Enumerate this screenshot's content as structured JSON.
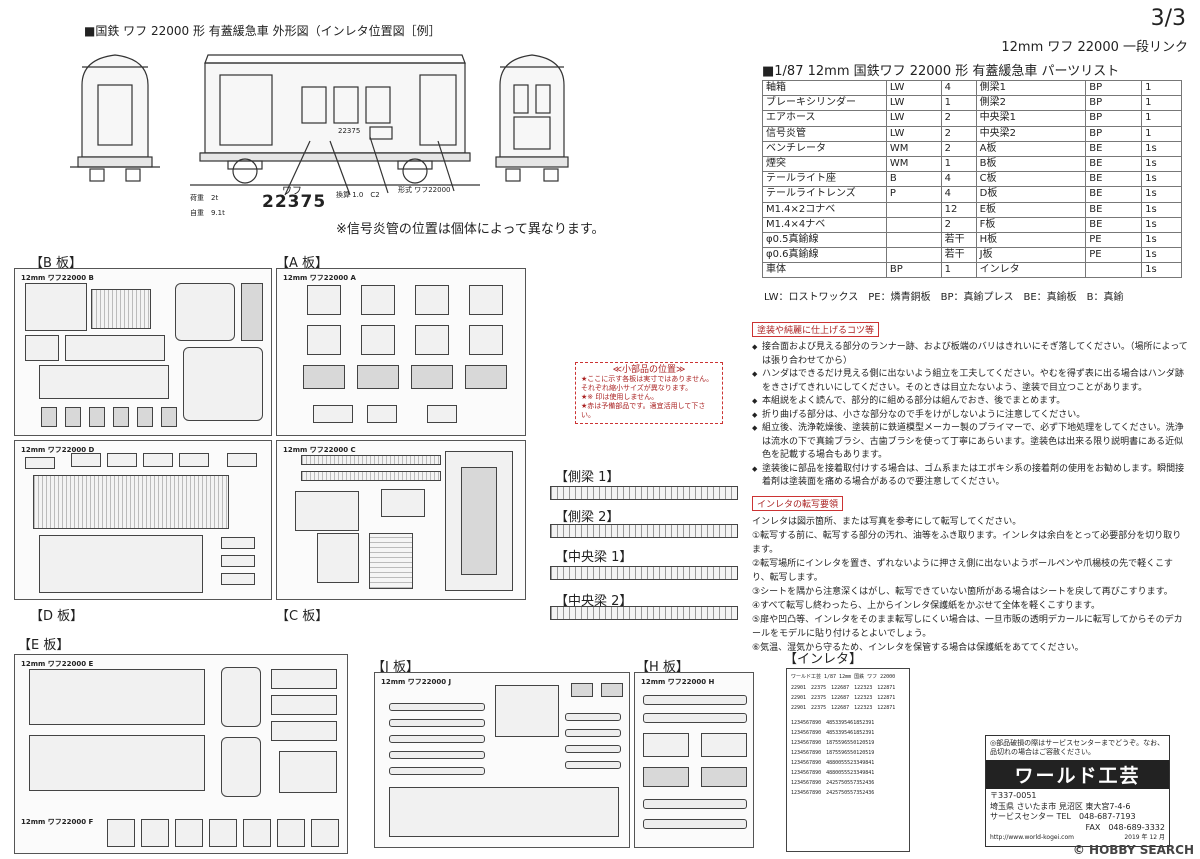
{
  "header": {
    "page_number": "3/3",
    "product": "12mm ワフ 22000 一段リンク",
    "outline_title": "■国鉄 ワフ 22000 形 有蓋緩急車 外形図（インレタ位置図［例］",
    "car_number_large": "22375",
    "car_class_label": "ワフ",
    "side_markings": [
      "荷重　2t",
      "自重　9.1t"
    ],
    "side_number_small": "22375",
    "marking_c2": "換算 1.0　C2",
    "marking_form": "形式 ワフ22000",
    "footnote": "※信号炎管の位置は個体によって異なります。"
  },
  "parts_list": {
    "title": "■1/87 12mm 国鉄ワフ 22000 形 有蓋緩急車 パーツリスト",
    "rows": [
      [
        "軸箱",
        "LW",
        "4",
        "側梁1",
        "BP",
        "1"
      ],
      [
        "ブレーキシリンダー",
        "LW",
        "1",
        "側梁2",
        "BP",
        "1"
      ],
      [
        "エアホース",
        "LW",
        "2",
        "中央梁1",
        "BP",
        "1"
      ],
      [
        "信号炎管",
        "LW",
        "2",
        "中央梁2",
        "BP",
        "1"
      ],
      [
        "ベンチレータ",
        "WM",
        "2",
        "A板",
        "BE",
        "1s"
      ],
      [
        "煙突",
        "WM",
        "1",
        "B板",
        "BE",
        "1s"
      ],
      [
        "テールライト座",
        "B",
        "4",
        "C板",
        "BE",
        "1s"
      ],
      [
        "テールライトレンズ",
        "P",
        "4",
        "D板",
        "BE",
        "1s"
      ],
      [
        "M1.4×2コナベ",
        "",
        "12",
        "E板",
        "BE",
        "1s"
      ],
      [
        "M1.4×4ナベ",
        "",
        "2",
        "F板",
        "BE",
        "1s"
      ],
      [
        "φ0.5真鍮線",
        "",
        "若干",
        "H板",
        "PE",
        "1s"
      ],
      [
        "φ0.6真鍮線",
        "",
        "若干",
        "J板",
        "PE",
        "1s"
      ],
      [
        "車体",
        "BP",
        "1",
        "インレタ",
        "",
        "1s"
      ]
    ],
    "legend": "LW：ロストワックス　PE：燐青銅板　BP：真鍮プレス　BE：真鍮板　B：真鍮"
  },
  "tips": {
    "heading": "塗装や純麗に仕上げるコツ等",
    "items": [
      "接合面および見える部分のランナー跡、および板端のバリはきれいにそぎ落してください。（場所によっては張り合わせてから）",
      "ハンダはできるだけ見える側に出ないよう組立を工夫してください。やむを得ず表に出る場合はハンダ跡をきさげてきれいにしてください。そのときは目立たないよう、塗装で目立つことがあります。",
      "本組説をよく読んで、部分的に組める部分は組んでおき、後でまとめます。",
      "折り曲げる部分は、小さな部分なので手をけがしないように注意してください。",
      "組立後、洗浄乾燥後、塗装前に鉄道模型メーカー製のプライマーで、必ず下地処理をしてください。洗浄は流水の下で真鍮ブラシ、古歯ブラシを使って丁寧にあらいます。塗装色は出来る限り説明書にある近似色を記載する場合もあります。",
      "塗装後に部品を接着取付けする場合は、ゴム系またはエポキシ系の接着剤の使用をお勧めします。瞬間接着剤は塗装面を痛める場合があるので要注意してください。"
    ]
  },
  "decal_guide": {
    "heading": "インレタの転写要領",
    "intro": "インレタは図示箇所、または写真を参考にして転写してください。",
    "steps": [
      "①転写する前に、転写する部分の汚れ、油等をふき取ります。インレタは余白をとって必要部分を切り取ります。",
      "②転写場所にインレタを置き、ずれないように押さえ側に出ないようボールペンや爪楊枝の先で軽くこすり、転写します。",
      "③シートを隅から注意深くはがし、転写できていない箇所がある場合はシートを戻して再びこすります。",
      "④すべて転写し終わったら、上からインレタ保護紙をかぶせて全体を軽くこすります。",
      "⑤扉や凹凸等、インレタをそのまま転写しにくい場合は、一旦市販の透明デカールに転写してからそのデカールをモデルに貼り付けるとよいでしょう。",
      "⑥気温、湿気から守るため、インレタを保管する場合は保護紙をあててください。"
    ]
  },
  "small_parts": {
    "heading": "≪小部品の位置≫",
    "lines": [
      "★ここに示す各板は実寸ではありません。",
      "それぞれ縮小サイズが異なります。",
      "★※ 印は使用しません。",
      "★赤は予備部品です。適宜活用して下さい。"
    ]
  },
  "sheets": {
    "b": {
      "label": "【B 板】",
      "title": "12mm ワフ22000 B"
    },
    "a": {
      "label": "【A 板】",
      "title": "12mm ワフ22000 A"
    },
    "d": {
      "label": "【D 板】",
      "title": "12mm ワフ22000 D"
    },
    "c": {
      "label": "【C 板】",
      "title": "12mm ワフ22000 C"
    },
    "e": {
      "label": "【E 板】",
      "title": "12mm ワフ22000 E"
    },
    "f": {
      "title": "12mm ワフ22000 F"
    },
    "j": {
      "label": "【J 板】",
      "title": "12mm ワフ22000 J"
    },
    "h": {
      "label": "【H 板】",
      "title": "12mm ワフ22000 H"
    }
  },
  "beams": [
    "【側梁 1】",
    "【側梁 2】",
    "【中央梁 1】",
    "【中央梁 2】"
  ],
  "decal_sheet": {
    "label": "【インレタ】",
    "title": "ワールド工芸 1/87 12mm 国鉄 ワフ 22000",
    "rows": [
      "22901　22375　122687　122323　122871",
      "22901　22375　122687　122323　122871",
      "22901　22375　122687　122323　122871",
      "1234567890　4853395461852391",
      "1234567890　4853395461852391",
      "1234567890　1875596550120519",
      "1234567890　1875596550120519",
      "1234567890　4880055523349841",
      "1234567890　4880055523349841",
      "1234567890　2425750557352436",
      "1234567890　2425750557352436"
    ]
  },
  "company": {
    "notice": "◎部品破損の際はサービスセンターまでどうぞ。なお、品切れの場合はご容赦ください。",
    "name": "ワールド工芸",
    "postal": "〒337-0051",
    "address": "埼玉県 さいたま市 見沼区 東大宮7-4-6",
    "tel": "サービスセンター TEL　048-687-7193",
    "fax": "FAX　048-689-3332",
    "url": "http://www.world-kogei.com",
    "date": "2019 年 12 月"
  },
  "watermark": "© HOBBY SEARCH"
}
